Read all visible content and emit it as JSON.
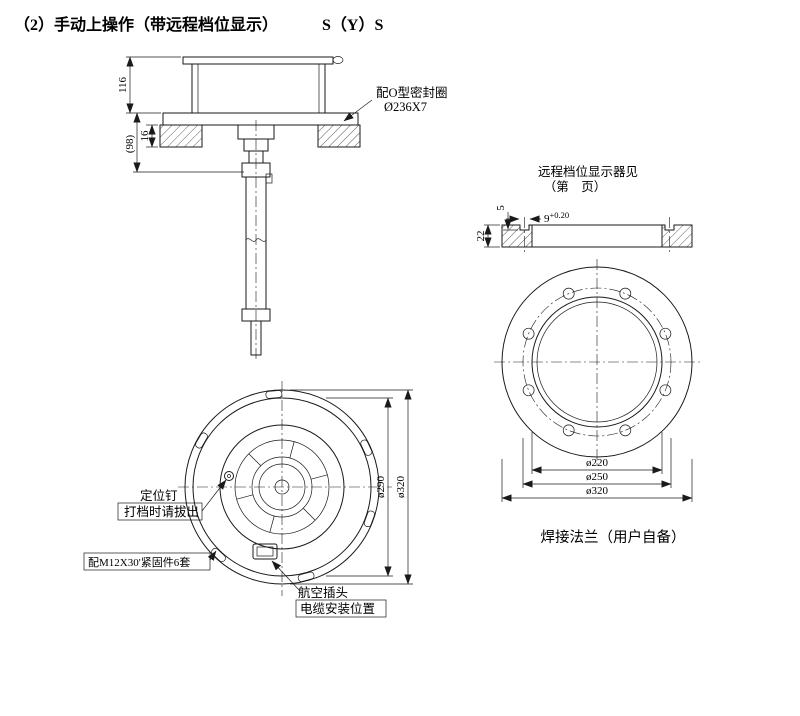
{
  "title": {
    "left": "（2）手动上操作（带远程档位显示）",
    "right": "S（Y）S"
  },
  "side_view": {
    "dim_116": "116",
    "dim_16": "16",
    "dim_98": "(98)",
    "seal_label_line1": "配O型密封圈",
    "seal_label_line2": "Ø236X7"
  },
  "flange": {
    "note_line1": "远程档位显示器见",
    "note_line2": "（第　页）",
    "dim_22": "22",
    "dim_5": "5",
    "groove_width": "9",
    "groove_tolerance": "+0.20",
    "dim_d220": "ø220",
    "dim_d250": "ø250",
    "dim_d320": "ø320",
    "caption": "焊接法兰（用户自备）"
  },
  "top_view": {
    "pin_label": "定位钉",
    "pin_note": "打档时请拔出",
    "fastener_note": "配M12X30'紧固件6套",
    "plug_label": "航空插头",
    "plug_note": "电缆安装位置",
    "dim_d290": "ø290",
    "dim_d320": "ø320"
  }
}
